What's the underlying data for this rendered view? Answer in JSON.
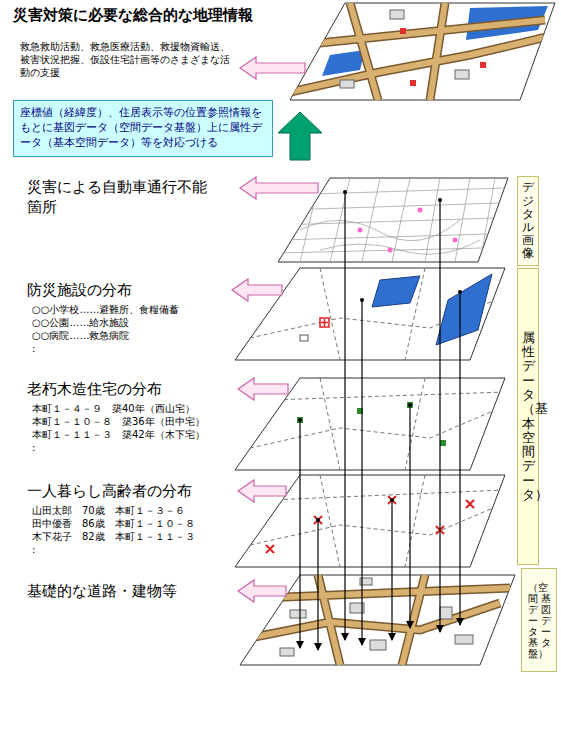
{
  "diagram": {
    "title": "災害対策に必要な総合的な地理情報",
    "nodes": [
      {
        "text": [
          "座標値（経緯度）、住居表示等の位置参照情報をもとに基図データ（空間データ基盤）上に属性データ（基本空間データ）等を対応づける"
        ]
      },
      {
        "text": [
          "デジタル画像"
        ]
      },
      {
        "text": [
          "属性データ（基本空間データ）"
        ]
      },
      {
        "text": [
          "基図データ",
          "（空間データ基盤）"
        ]
      }
    ],
    "labels": [
      "救急救助活動、救急医療活動、救援物資輸送、被害状況把握、仮設住宅計画等のさまざまな活動の支援",
      "災害による自動車通行不能箇所",
      "防災施設の分布",
      "○○小学校……避難所、食糧備蓄",
      "○○公園……給水施設",
      "○○病院……救急病院",
      ":",
      "老朽木造住宅の分布",
      "本町１－４－９　築40年（西山宅）",
      "本町１－１０－８　築36年（田中宅）",
      "本町１－１１－３　築42年（木下宅）",
      ":",
      "一人暮らし高齢者の分布",
      "山田太郎　70歳　本町１－３－６",
      "田中優香　86歳　本町１－１０－８",
      "木下花子　82歳　本町１－１１－３",
      ":",
      "基礎的な道路・建物等"
    ]
  }
}
